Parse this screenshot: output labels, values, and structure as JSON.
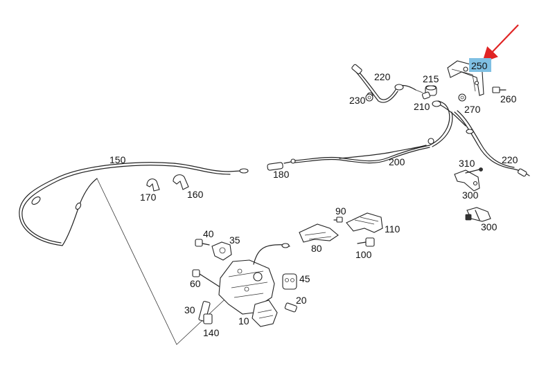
{
  "diagram": {
    "labels": {
      "l250": "250",
      "l220a": "220",
      "l215": "215",
      "l230": "230",
      "l210": "210",
      "l270": "270",
      "l260": "260",
      "l150": "150",
      "l200": "200",
      "l180": "180",
      "l310": "310",
      "l220b": "220",
      "l300a": "300",
      "l300b": "300",
      "l170": "170",
      "l160": "160",
      "l90": "90",
      "l110": "110",
      "l80": "80",
      "l100": "100",
      "l40": "40",
      "l35": "35",
      "l60": "60",
      "l45": "45",
      "l20": "20",
      "l30": "30",
      "l10": "10",
      "l140": "140"
    },
    "highlighted_label": "250",
    "highlight_color": "#7fc0e3",
    "arrow_color": "#e02424"
  }
}
